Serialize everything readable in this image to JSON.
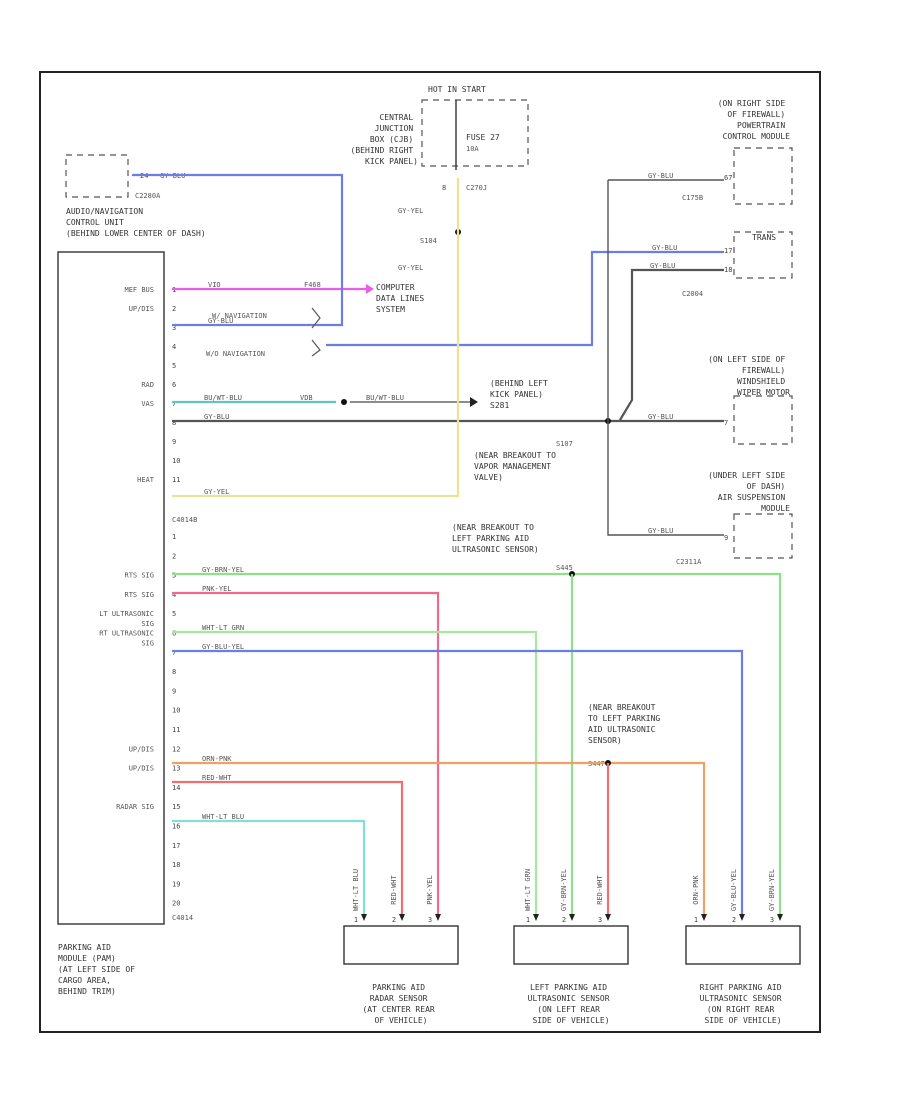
{
  "module": {
    "title_lines": [
      "PARKING AID",
      "MODULE (PAM)",
      "(AT LEFT SIDE OF",
      "CARGO AREA,",
      "BEHIND TRIM)"
    ],
    "connector": "C4014",
    "pins_top": [
      {
        "num": "1",
        "label": "MEF BUS"
      },
      {
        "num": "2",
        "label": "UP/DIS"
      },
      {
        "num": "3",
        "label": ""
      },
      {
        "num": "4",
        "label": ""
      },
      {
        "num": "5",
        "label": ""
      },
      {
        "num": "6",
        "label": "RAD"
      },
      {
        "num": "7",
        "label": "VAS"
      },
      {
        "num": "8",
        "label": ""
      },
      {
        "num": "9",
        "label": ""
      },
      {
        "num": "10",
        "label": ""
      },
      {
        "num": "11",
        "label": "HEAT"
      }
    ],
    "connector_lower": "C4014B",
    "pins_bottom": [
      {
        "num": "1",
        "label": ""
      },
      {
        "num": "2",
        "label": ""
      },
      {
        "num": "3",
        "label": "RTS SIG"
      },
      {
        "num": "4",
        "label": "RTS SIG"
      },
      {
        "num": "5",
        "label": "LT ULTRASONIC SIG"
      },
      {
        "num": "6",
        "label": "RT ULTRASONIC SIG"
      },
      {
        "num": "7",
        "label": ""
      },
      {
        "num": "8",
        "label": ""
      },
      {
        "num": "9",
        "label": ""
      },
      {
        "num": "10",
        "label": ""
      },
      {
        "num": "11",
        "label": ""
      },
      {
        "num": "12",
        "label": "UP/DIS"
      },
      {
        "num": "13",
        "label": "UP/DIS"
      },
      {
        "num": "14",
        "label": ""
      },
      {
        "num": "15",
        "label": "RADAR SIG"
      },
      {
        "num": "16",
        "label": ""
      },
      {
        "num": "17",
        "label": ""
      },
      {
        "num": "18",
        "label": ""
      },
      {
        "num": "19",
        "label": ""
      },
      {
        "num": "20",
        "label": ""
      }
    ]
  },
  "audio_nav": {
    "lines": [
      "AUDIO/NAVIGATION",
      "CONTROL UNIT",
      "(BEHIND LOWER CENTER OF DASH)"
    ],
    "connector": "C2280A",
    "pin": "24",
    "wire": "GY-BLU"
  },
  "central_junction": {
    "lines": [
      "CENTRAL",
      "JUNCTION",
      "BOX (CJB)",
      "(BEHIND RIGHT",
      "KICK PANEL)"
    ],
    "header": "HOT IN START",
    "fuse": "FUSE 27",
    "fuse_amp": "10A",
    "pin": "8",
    "connector": "C270J"
  },
  "pcm": {
    "lines": [
      "(ON RIGHT SIDE",
      "OF FIREWALL)",
      "POWERTRAIN",
      "CONTROL MODULE"
    ],
    "connector": "C175B",
    "pin": "67"
  },
  "tcm": {
    "lines": [
      "TRANS"
    ],
    "connector": "C2004",
    "pins": [
      "17",
      "18"
    ]
  },
  "wiper": {
    "lines": [
      "(ON LEFT SIDE OF",
      "FIREWALL)",
      "WINDSHIELD",
      "WIPER MOTOR"
    ],
    "pin": "7"
  },
  "air_susp": {
    "lines": [
      "(UNDER LEFT SIDE",
      "OF DASH)",
      "AIR SUSPENSION",
      "MODULE"
    ],
    "connector": "C2311A",
    "pin": "9"
  },
  "splices": {
    "s104": "S104",
    "s281": "S281",
    "s107": "S107",
    "s281_text": [
      "(BEHIND LEFT",
      "KICK PANEL)",
      "S281"
    ],
    "s107_text": [
      "(NEAR BREAKOUT TO",
      "VAPOR MANAGEMENT",
      "VALVE)"
    ],
    "breakout1": [
      "(NEAR BREAKOUT TO",
      "LEFT PARKING AID",
      "ULTRASONIC SENSOR)"
    ],
    "breakout2": [
      "(NEAR BREAKOUT",
      "TO LEFT PARKING",
      "AID ULTRASONIC",
      "SENSOR)"
    ],
    "s_num1": "S445",
    "s_num2": "S447"
  },
  "computer_bus": [
    "COMPUTER",
    "DATA LINES",
    "SYSTEM"
  ],
  "nav_options": [
    "W/ NAVIGATION",
    "W/O NAVIGATION"
  ],
  "wires": {
    "w1": "VIO",
    "w2": "GY-BLU",
    "w3": "BU/WT-BLU",
    "w4": "GY-BLU",
    "w5": "GY-YEL",
    "w6": "GY-BRN-YEL",
    "w7": "PNK-YEL",
    "w8": "WHT-LT GRN",
    "w9": "GY-BLU-YEL",
    "w10": "ORN-PNK",
    "w11": "RED-WHT",
    "w12": "WHT-LT BLU",
    "tag": "F468",
    "tag2": "VDB"
  },
  "sensors": [
    {
      "lines": [
        "PARKING AID",
        "RADAR SENSOR",
        "(AT CENTER REAR",
        "OF VEHICLE)"
      ],
      "pins": [
        "1",
        "2",
        "3"
      ],
      "wires": [
        "WHT-LT BLU",
        "RED-WHT",
        "PNK-YEL"
      ]
    },
    {
      "lines": [
        "LEFT PARKING AID",
        "ULTRASONIC SENSOR",
        "(ON LEFT REAR",
        "SIDE OF VEHICLE)"
      ],
      "pins": [
        "1",
        "2",
        "3"
      ],
      "wires": [
        "WHT-LT GRN",
        "GY-BRN-YEL",
        "RED-WHT"
      ]
    },
    {
      "lines": [
        "RIGHT PARKING AID",
        "ULTRASONIC SENSOR",
        "(ON RIGHT REAR",
        "SIDE OF VEHICLE)"
      ],
      "pins": [
        "1",
        "2",
        "3"
      ],
      "wires": [
        "ORN-PNK",
        "GY-BLU-YEL",
        "GY-BRN-YEL"
      ]
    }
  ],
  "colors": {
    "magenta": "#e85ee8",
    "blue": "#6b7fe0",
    "teal": "#5fc8b8",
    "yellow": "#e6e496",
    "pink": "#f06a8c",
    "green": "#8fe08a",
    "lightgreen": "#a6e8a0",
    "orange": "#f0a060",
    "red": "#f07070",
    "cyan": "#80e0d8",
    "gray": "#555555"
  }
}
